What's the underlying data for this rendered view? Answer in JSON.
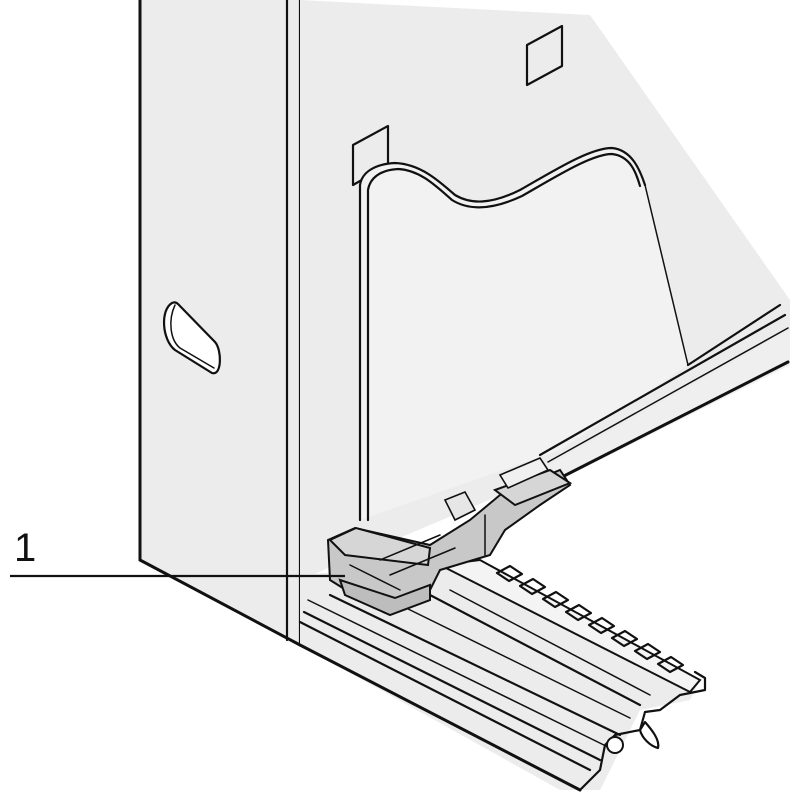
{
  "diagram": {
    "type": "technical assembly illustration",
    "subject": "enclosure side panel with partition plate mounted on slotted rail using clip",
    "callouts": [
      {
        "label": "1",
        "target": "mounting-clip"
      }
    ],
    "colors": {
      "panel_fill": "#ececec",
      "panel_face_light": "#f2f2f2",
      "clip_fill": "#c8c8c8",
      "line": "#111111",
      "background": "#ffffff"
    }
  }
}
